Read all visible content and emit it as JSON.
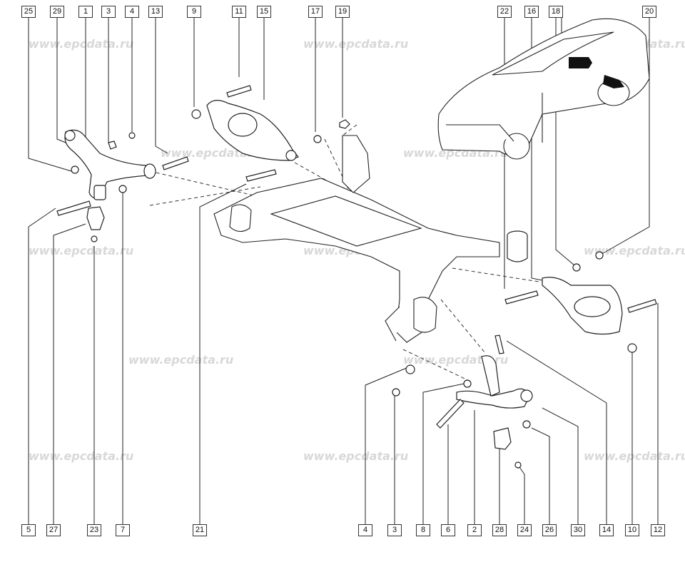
{
  "watermark": "www.epcdata.ru",
  "callouts_top": [
    "25",
    "29",
    "1",
    "3",
    "4",
    "13",
    "9",
    "11",
    "15",
    "17",
    "19",
    "22",
    "16",
    "18",
    "20"
  ],
  "callouts_bottom": [
    "5",
    "27",
    "23",
    "7",
    "21",
    "4",
    "3",
    "8",
    "6",
    "2",
    "28",
    "24",
    "26",
    "30",
    "14",
    "10",
    "12"
  ]
}
